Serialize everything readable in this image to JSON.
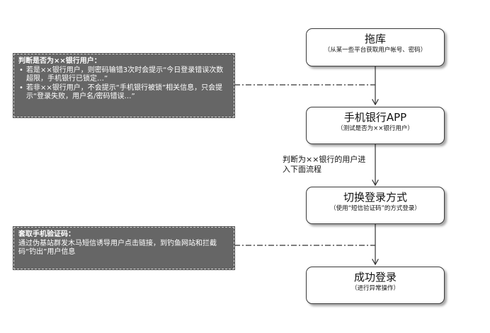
{
  "nodes": [
    {
      "id": "n1",
      "title": "拖库",
      "subtitle": "（从某一些平台获取用户帐号、密码）"
    },
    {
      "id": "n2",
      "title": "手机银行APP",
      "subtitle": "（测试是否为××银行用户）"
    },
    {
      "id": "n3",
      "title": "切换登录方式",
      "subtitle": "（使用“短信验证码”的方式登录）"
    },
    {
      "id": "n4",
      "title": "成功登录",
      "subtitle": "（进行异常操作）"
    }
  ],
  "edge_label": "判断为××银行的用户进入下面流程",
  "notes": {
    "judge": {
      "title": "判断是否为××银行用户：",
      "items": [
        "若是××银行用户，则密码输错3次时会提示“今日登录错误次数超限，手机银行已锁定…”",
        "若非××银行用户，不会提示“手机银行被锁”相关信息，只会提示“登录失败，用户名/密码错误…”"
      ]
    },
    "sms": {
      "title": "套取手机验证码：",
      "text": "通过伪基站群发木马短信诱导用户点击链接，到钓鱼网站和拦截码“钓出”用户信息"
    }
  },
  "colors": {
    "note_bg": "#666666",
    "box_border": "#3a3a3a",
    "arrow": "#333333"
  }
}
